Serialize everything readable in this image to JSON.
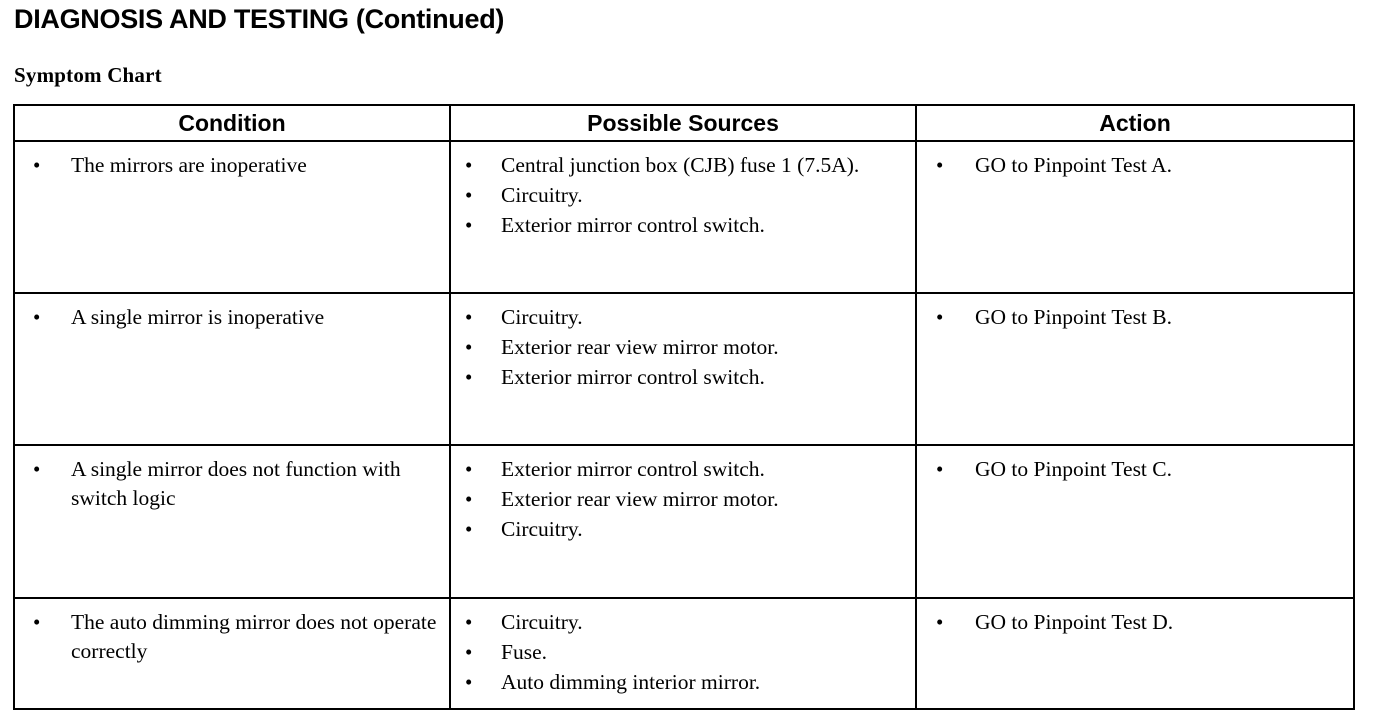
{
  "document": {
    "title": "DIAGNOSIS AND TESTING (Continued)",
    "section_title": "Symptom Chart",
    "bullet_glyph": "•"
  },
  "table": {
    "headers": {
      "condition": "Condition",
      "sources": "Possible Sources",
      "action": "Action"
    },
    "rows": [
      {
        "condition": [
          "The mirrors are inoperative"
        ],
        "sources": [
          "Central junction box (CJB) fuse 1 (7.5A).",
          "Circuitry.",
          "Exterior mirror control switch."
        ],
        "action": [
          "GO to Pinpoint Test A."
        ]
      },
      {
        "condition": [
          "A single mirror is inoperative"
        ],
        "sources": [
          "Circuitry.",
          "Exterior rear view mirror motor.",
          "Exterior mirror control switch."
        ],
        "action": [
          "GO to Pinpoint Test B."
        ]
      },
      {
        "condition": [
          "A single mirror does not function with switch logic"
        ],
        "sources": [
          "Exterior mirror control switch.",
          "Exterior rear view mirror motor.",
          "Circuitry."
        ],
        "action": [
          "GO to Pinpoint Test C."
        ]
      },
      {
        "condition": [
          "The auto dimming mirror does not operate correctly"
        ],
        "sources": [
          "Circuitry.",
          "Fuse.",
          "Auto dimming interior mirror."
        ],
        "action": [
          "GO to Pinpoint Test D."
        ]
      }
    ]
  }
}
